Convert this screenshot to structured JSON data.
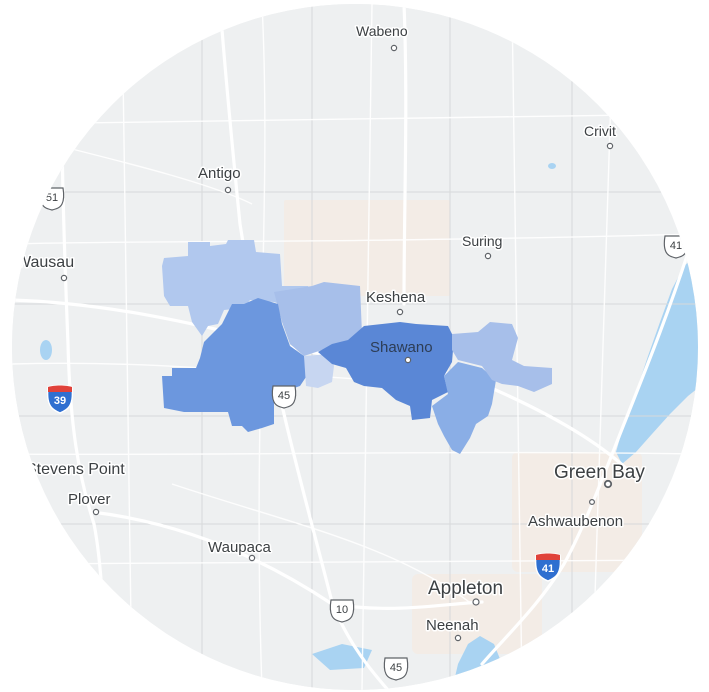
{
  "map": {
    "colors": {
      "land": "#eef0f1",
      "water": "#a9d3f2",
      "road_major": "#ffffff",
      "road_minor": "#f8f9f9",
      "boundary": "#d7d9db",
      "urban": "#f3ece6",
      "region_light": "#b1c8ee",
      "region_mid": "#8aaee6",
      "region_dark": "#6c97de",
      "region_core": "#5a87d6",
      "label": "#3c4043",
      "interstate_red": "#e0423a",
      "interstate_blue": "#2f6fd0"
    },
    "places": [
      {
        "id": "wabeno",
        "name": "Wabeno"
      },
      {
        "id": "crivitz",
        "name": "Crivit"
      },
      {
        "id": "antigo",
        "name": "Antigo"
      },
      {
        "id": "wausau",
        "name": "Wausau"
      },
      {
        "id": "suring",
        "name": "Suring"
      },
      {
        "id": "keshena",
        "name": "Keshena"
      },
      {
        "id": "shawano",
        "name": "Shawano"
      },
      {
        "id": "stevens_point",
        "name": "Stevens Point"
      },
      {
        "id": "plover",
        "name": "Plover"
      },
      {
        "id": "green_bay",
        "name": "Green Bay"
      },
      {
        "id": "ashwaubenon",
        "name": "Ashwaubenon"
      },
      {
        "id": "waupaca",
        "name": "Waupaca"
      },
      {
        "id": "appleton",
        "name": "Appleton"
      },
      {
        "id": "neenah",
        "name": "Neenah"
      }
    ],
    "shields": [
      {
        "id": "us51",
        "type": "us",
        "number": "51"
      },
      {
        "id": "us41_ne",
        "type": "us",
        "number": "41"
      },
      {
        "id": "us45_mid",
        "type": "us",
        "number": "45"
      },
      {
        "id": "us10",
        "type": "us",
        "number": "10"
      },
      {
        "id": "us45_s",
        "type": "us",
        "number": "45"
      },
      {
        "id": "i39",
        "type": "interstate",
        "number": "39"
      },
      {
        "id": "i41",
        "type": "interstate",
        "number": "41"
      }
    ]
  }
}
